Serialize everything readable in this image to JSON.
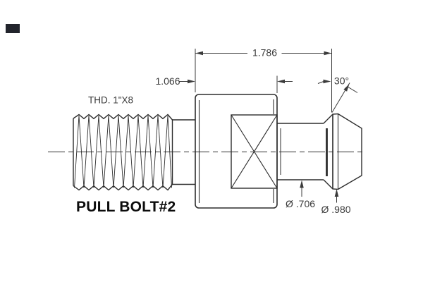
{
  "colors": {
    "background": "#ffffff",
    "ink": "#2d2d2d",
    "dim_ink": "#3b3b3b",
    "title_ink": "#0c0c0c",
    "corner_mark": "#22242c"
  },
  "drawing": {
    "title": "PULL BOLT#2",
    "thread_spec": "THD. 1\"X8",
    "dimensions": {
      "overall_length": "1.786",
      "body_length": "1.066",
      "head_angle": "30°",
      "neck_diameter": "Ø .706",
      "head_diameter": "Ø .980"
    }
  }
}
